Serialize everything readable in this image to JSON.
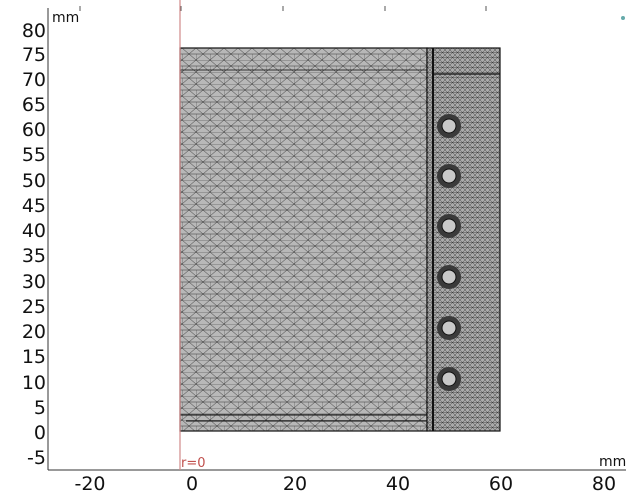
{
  "plot": {
    "x_unit": "mm",
    "y_unit": "mm",
    "x_ticks": [
      "-20",
      "0",
      "20",
      "40",
      "60",
      "80"
    ],
    "y_ticks": [
      "80",
      "75",
      "70",
      "65",
      "60",
      "55",
      "50",
      "45",
      "40",
      "35",
      "30",
      "25",
      "20",
      "15",
      "10",
      "5",
      "0",
      "-5"
    ],
    "axis_marker": "r=0",
    "axis_marker_color": "#c0504d",
    "mesh_fill": "#b8b8b8",
    "mesh_edge": "#1a1a1a",
    "background": "#ffffff"
  }
}
